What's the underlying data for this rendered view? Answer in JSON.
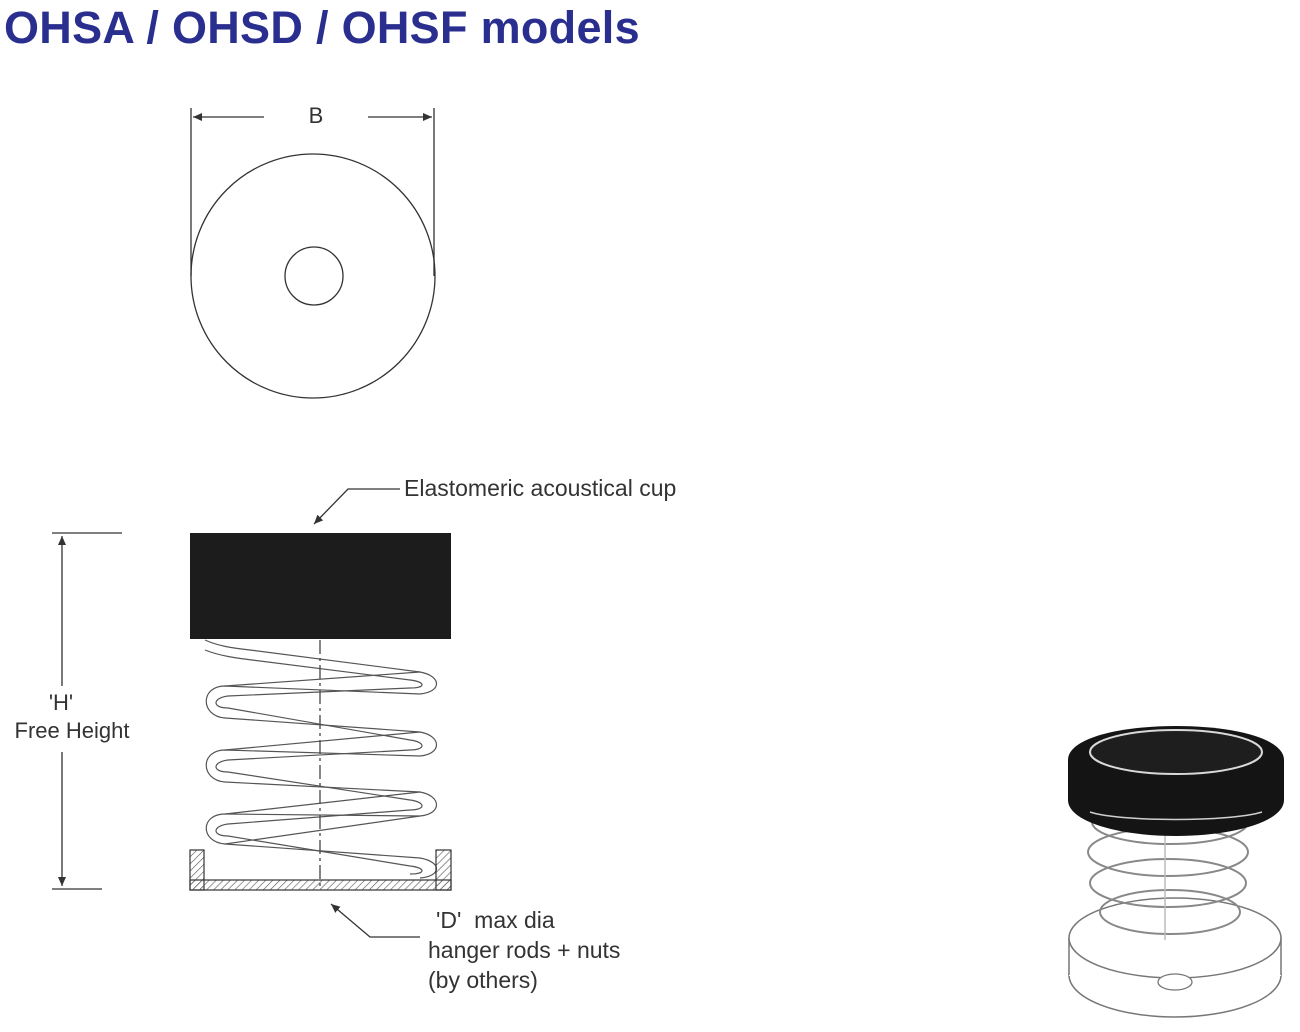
{
  "title": "OHSA / OHSD / OHSF models",
  "labels": {
    "dim_b": "B",
    "cup": "Elastomeric acoustical cup",
    "h_mark": "'H'",
    "free_height": "Free Height",
    "rod_line1": "'D'  max dia",
    "rod_line2": "hanger rods + nuts",
    "rod_line3": "(by others)"
  },
  "colors": {
    "title": "#2a2f8f",
    "line": "#333333",
    "cup_fill": "#1c1c1c"
  }
}
